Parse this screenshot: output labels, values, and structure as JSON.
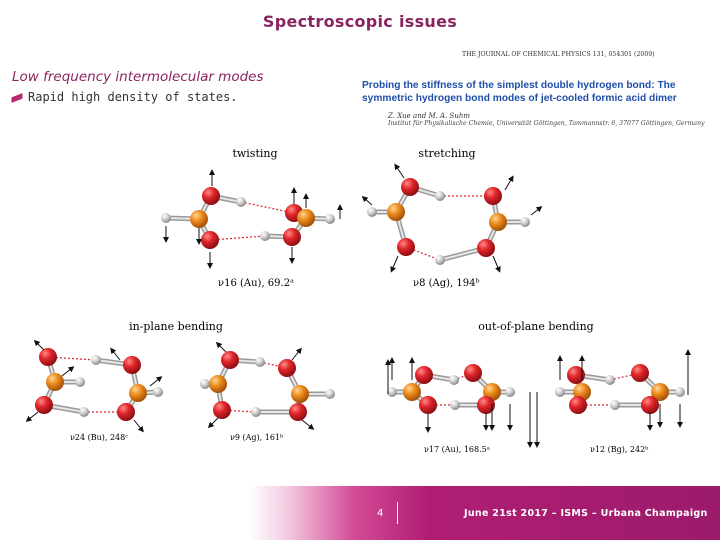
{
  "slide": {
    "title": "Spectroscopic issues",
    "subtitle": "Low frequency intermolecular modes",
    "bullet": "Rapid high density of states."
  },
  "paper": {
    "journal": "THE JOURNAL OF CHEMICAL PHYSICS 131, 054301 (2009)",
    "title": "Probing the stiffness of the simplest double hydrogen bond: The symmetric hydrogen bond modes of jet-cooled formic acid dimer",
    "authors": "Z. Xue and M. A. Suhm",
    "affiliation": "Institut für Physikalische Chemie, Universität Göttingen, Tammannstr. 6, 37077 Göttingen, Germany"
  },
  "figure": {
    "panels": {
      "twisting": "twisting",
      "stretching": "stretching",
      "in_plane": "in-plane bending",
      "out_of_plane": "out-of-plane bending"
    },
    "modes": {
      "twist": "ν16 (Au), 69.2ᵃ",
      "stretch": "ν8 (Ag), 194ᵇ",
      "ipb1": "ν24 (Bu), 248ᶜ",
      "ipb2": "ν9 (Ag), 161ᵇ",
      "oopb1": "ν17 (Au), 168.5ᵃ",
      "oopb2": "ν12 (Bg), 242ᵇ"
    },
    "colors": {
      "oxygen": "#d8252b",
      "carbon": "#f0901e",
      "hydrogen": "#c4c4c4"
    }
  },
  "footer": {
    "page": "4",
    "text": "June 21st 2017 – ISMS – Urbana Champaign"
  }
}
